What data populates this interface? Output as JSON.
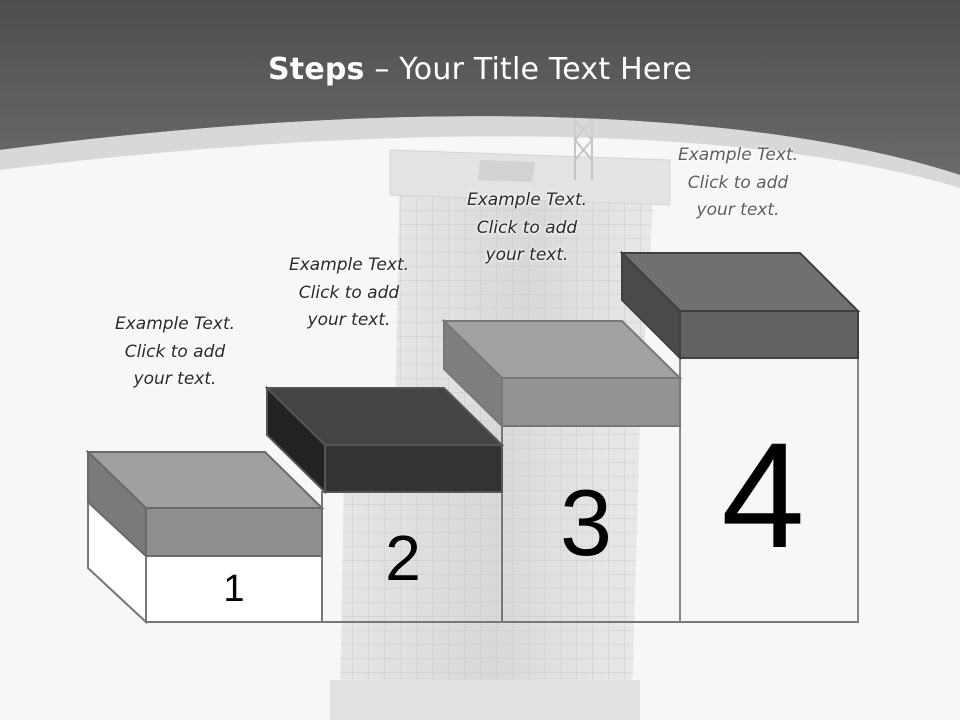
{
  "title": {
    "bold": "Steps",
    "rest": " – Your Title Text Here"
  },
  "steps": [
    {
      "number": "1",
      "text": [
        "Example Text.",
        "Click  to add",
        "your text."
      ]
    },
    {
      "number": "2",
      "text": [
        "Example Text.",
        "Click  to add",
        "your text."
      ]
    },
    {
      "number": "3",
      "text": [
        "Example Text.",
        "Click  to add",
        "your text."
      ]
    },
    {
      "number": "4",
      "text": [
        "Example Text.",
        "Click  to add",
        "your text."
      ]
    }
  ],
  "colors": {
    "header": "#5a5a5a",
    "step1_lid": "#8e8e8e",
    "step2_lid": "#3a3a3a",
    "step3_lid": "#939393",
    "step4_lid": "#626262"
  }
}
